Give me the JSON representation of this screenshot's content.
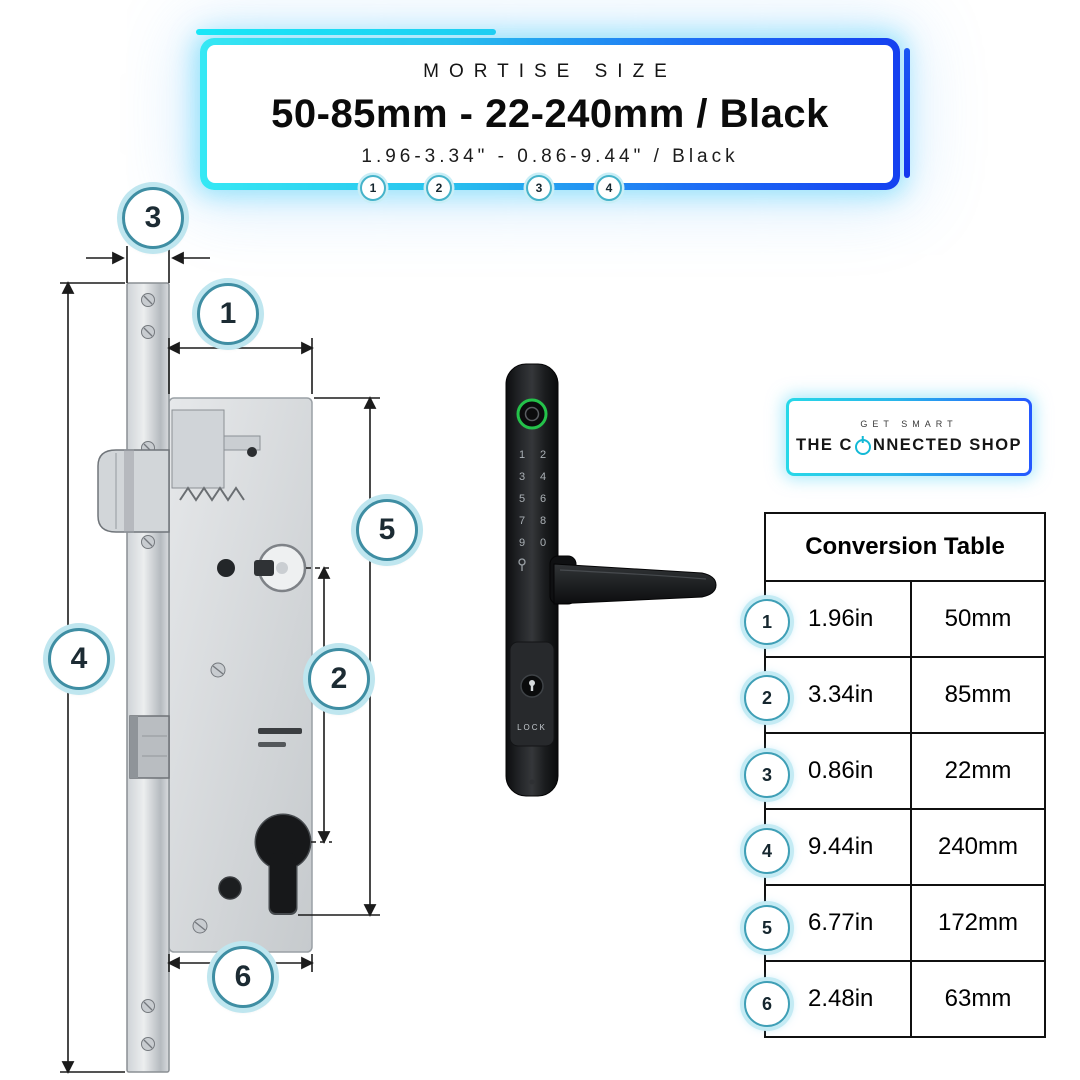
{
  "header": {
    "kicker": "MORTISE SIZE",
    "title": "50-85mm - 22-240mm / Black",
    "subtitle": "1.96-3.34\" - 0.86-9.44\" / Black",
    "markers": [
      "1",
      "2",
      "3",
      "4"
    ]
  },
  "diagram": {
    "markers": [
      "3",
      "1",
      "5",
      "4",
      "2",
      "6"
    ]
  },
  "device": {
    "keypad": [
      "1",
      "2",
      "3",
      "4",
      "5",
      "6",
      "7",
      "8",
      "9",
      "0"
    ],
    "lock_label": "LOCK"
  },
  "brand": {
    "tagline": "GET SMART",
    "name_pre": "THE C",
    "name_post": "NNECTED SHOP"
  },
  "table": {
    "title": "Conversion Table",
    "rows": [
      {
        "num": "1",
        "inches": "1.96in",
        "mm": "50mm"
      },
      {
        "num": "2",
        "inches": "3.34in",
        "mm": "85mm"
      },
      {
        "num": "3",
        "inches": "0.86in",
        "mm": "22mm"
      },
      {
        "num": "4",
        "inches": "9.44in",
        "mm": "240mm"
      },
      {
        "num": "5",
        "inches": "6.77in",
        "mm": "172mm"
      },
      {
        "num": "6",
        "inches": "2.48in",
        "mm": "63mm"
      }
    ]
  },
  "colors": {
    "neon_cyan": "#2fd9ea",
    "neon_blue": "#1a49f2",
    "callout_ring": "#3f8ea3",
    "fingerprint_green": "#24c24a"
  }
}
